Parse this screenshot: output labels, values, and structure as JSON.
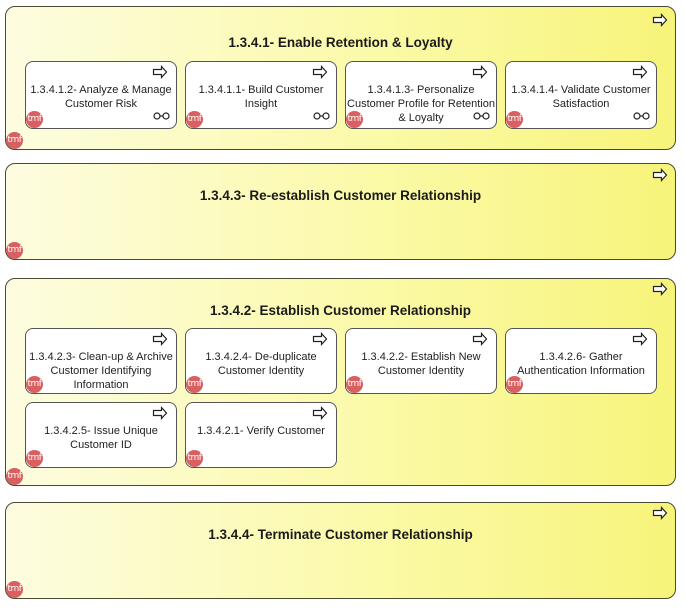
{
  "badge_text": "tmf",
  "icons": {
    "process": "process-arrow-icon",
    "link": "link-icon",
    "badge": "tmf-badge-icon"
  },
  "colors": {
    "group_fill": "#fbfaa8",
    "card_fill": "#ffffff",
    "badge": "#d86060"
  },
  "groups": [
    {
      "title": "1.3.4.1- Enable Retention & Loyalty",
      "cards": [
        {
          "label": "1.3.4.1.2- Analyze & Manage Customer Risk"
        },
        {
          "label": "1.3.4.1.1- Build Customer Insight"
        },
        {
          "label": "1.3.4.1.3- Personalize Customer Profile for Retention & Loyalty"
        },
        {
          "label": "1.3.4.1.4- Validate Customer Satisfaction"
        }
      ]
    },
    {
      "title": "1.3.4.3- Re-establish Customer Relationship",
      "cards": []
    },
    {
      "title": "1.3.4.2- Establish Customer Relationship",
      "cards": [
        {
          "label": "1.3.4.2.3- Clean-up & Archive Customer Identifying Information"
        },
        {
          "label": "1.3.4.2.4- De-duplicate Customer Identity"
        },
        {
          "label": "1.3.4.2.2- Establish New Customer Identity"
        },
        {
          "label": "1.3.4.2.6- Gather Authentication Information"
        },
        {
          "label": "1.3.4.2.5- Issue Unique Customer ID"
        },
        {
          "label": "1.3.4.2.1- Verify Customer"
        }
      ]
    },
    {
      "title": "1.3.4.4- Terminate Customer Relationship",
      "cards": []
    }
  ]
}
